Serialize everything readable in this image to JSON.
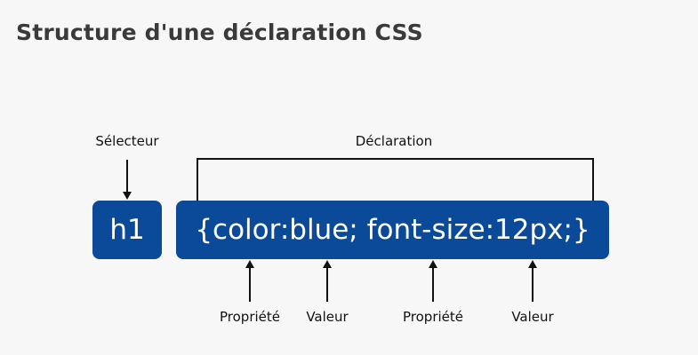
{
  "title": "Structure d'une déclaration CSS",
  "labels": {
    "selector": "Sélecteur",
    "declaration": "Déclaration",
    "property_1": "Propriété",
    "value_1": "Valeur",
    "property_2": "Propriété",
    "value_2": "Valeur"
  },
  "boxes": {
    "selector_text": "h1",
    "declaration_text": "{color:blue; font-size:12px;}"
  },
  "colors": {
    "box_fill": "#0a4a99",
    "box_text": "#ffffff",
    "background": "#f7f7f7",
    "lines": "#111111"
  }
}
